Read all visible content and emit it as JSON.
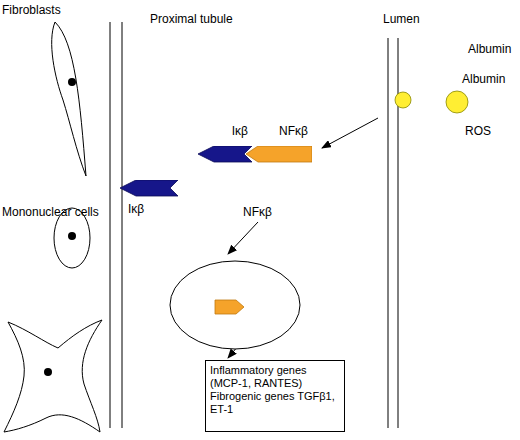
{
  "diagram": {
    "nodes": [
      {
        "text": [
          "Iκβ"
        ]
      },
      {
        "text": [
          "NFκβ"
        ]
      },
      {
        "text": [
          "Iκβ"
        ]
      },
      {
        "text": [
          "Inflammatory genes (MCP-1, RANTES)",
          "Fibrogenic genes TGFβ1, ET-1"
        ]
      }
    ],
    "labels": [
      "Fibroblasts",
      "Proximal tubule",
      "Lumen",
      "Albumin",
      "Albumin",
      "ROS",
      "Mononuclear cells",
      "NFκβ"
    ]
  }
}
